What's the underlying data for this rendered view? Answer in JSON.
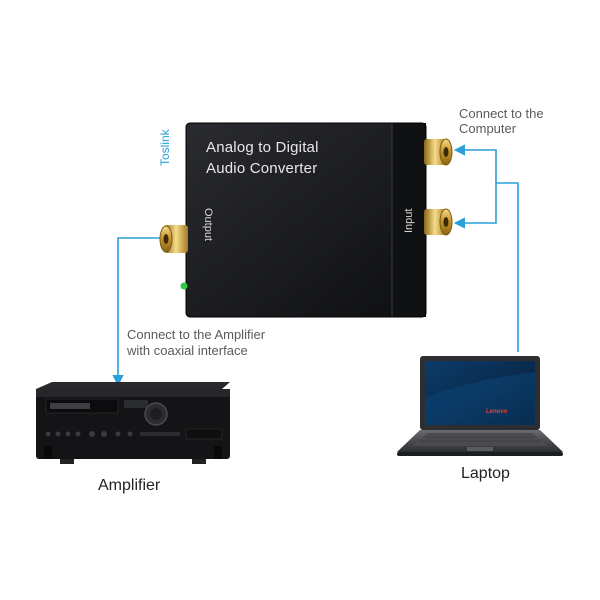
{
  "converter": {
    "title_line1": "Analog to Digital",
    "title_line2": "Audio Converter",
    "toslink_label": "Toslink",
    "output_label": "Output",
    "input_label": "Input"
  },
  "annotations": {
    "computer_line1": "Connect to the",
    "computer_line2": "Computer",
    "amplifier_line1": "Connect to the Amplifier",
    "amplifier_line2": "with coaxial interface"
  },
  "devices": {
    "amplifier_caption": "Amplifier",
    "laptop_caption": "Laptop",
    "laptop_brand": "Lenovo"
  },
  "colors": {
    "arrow": "#2a9fd8",
    "converter_body": "#17181b",
    "gold_connector": "#d6a63a"
  }
}
